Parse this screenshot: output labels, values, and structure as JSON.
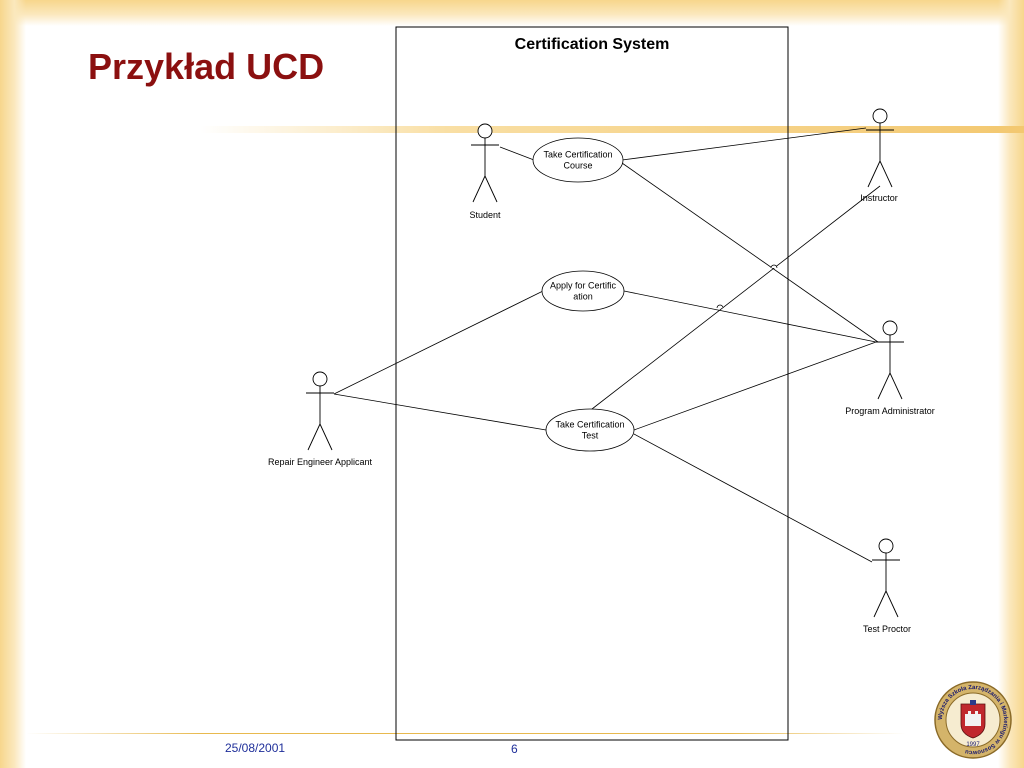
{
  "slide": {
    "title": "Przykład UCD",
    "footer_date": "25/08/2001",
    "page_number": "6"
  },
  "diagram": {
    "system_name": "Certification System",
    "use_cases": [
      {
        "id": "take-course",
        "lines": [
          "Take Certification",
          "Course"
        ]
      },
      {
        "id": "apply",
        "lines": [
          "Apply for Certific",
          "ation"
        ]
      },
      {
        "id": "take-test",
        "lines": [
          "Take Certification",
          "Test"
        ]
      }
    ],
    "actors": [
      {
        "id": "student",
        "label": "Student"
      },
      {
        "id": "instructor",
        "label": "Instructor"
      },
      {
        "id": "program-administrator",
        "label": "Program Administrator"
      },
      {
        "id": "repair-engineer-applicant",
        "label": "Repair Engineer Applicant"
      },
      {
        "id": "test-proctor",
        "label": "Test Proctor"
      }
    ],
    "associations": [
      {
        "actor": "student",
        "use_case": "take-course"
      },
      {
        "actor": "instructor",
        "use_case": "take-course"
      },
      {
        "actor": "program-administrator",
        "use_case": "take-course"
      },
      {
        "actor": "repair-engineer-applicant",
        "use_case": "apply"
      },
      {
        "actor": "program-administrator",
        "use_case": "apply"
      },
      {
        "actor": "repair-engineer-applicant",
        "use_case": "take-test"
      },
      {
        "actor": "instructor",
        "use_case": "take-test"
      },
      {
        "actor": "program-administrator",
        "use_case": "take-test"
      },
      {
        "actor": "test-proctor",
        "use_case": "take-test"
      }
    ]
  },
  "logo": {
    "ring_text": "Wyższa Szkoła Zarządzania i Marketingu w Sosnowcu",
    "year": "1997",
    "colors": {
      "ring": "#c8a85a",
      "shield": "#c0282d",
      "castle": "#f2f2f2"
    }
  }
}
